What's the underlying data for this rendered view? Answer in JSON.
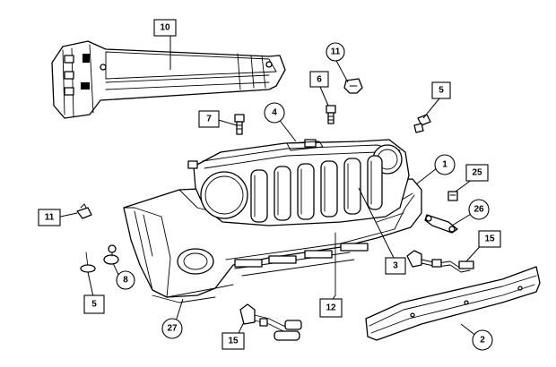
{
  "callouts": {
    "c1": "1",
    "c2": "2",
    "c3": "3",
    "c4": "4",
    "c5a": "5",
    "c5b": "5",
    "c6": "6",
    "c7": "7",
    "c8": "8",
    "c10": "10",
    "c11a": "11",
    "c11b": "11",
    "c12": "12",
    "c15a": "15",
    "c15b": "15",
    "c25": "25",
    "c26": "26",
    "c27": "27"
  }
}
